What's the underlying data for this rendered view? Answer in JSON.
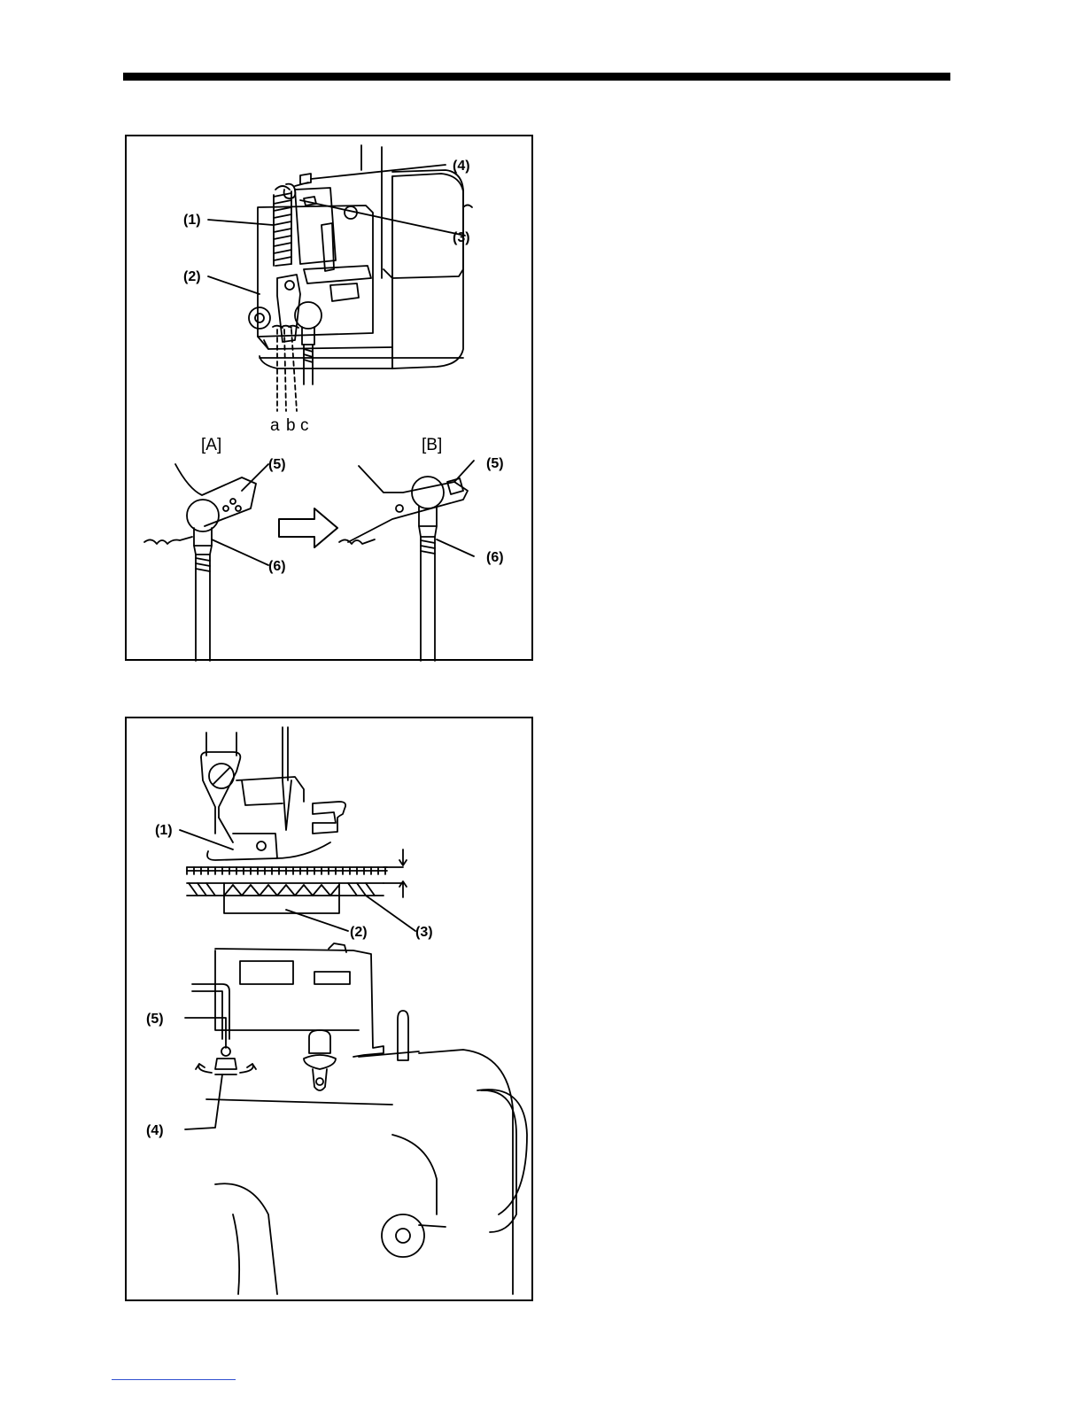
{
  "figure_top": {
    "callouts": {
      "c1": "(1)",
      "c2": "(2)",
      "c3": "(3)",
      "c4": "(4)",
      "c5a": "(5)",
      "c6a": "(6)",
      "c5b": "(5)",
      "c6b": "(6)"
    },
    "positions": {
      "a": "a",
      "b": "b",
      "c": "c"
    },
    "views": {
      "A": "[A]",
      "B": "[B]"
    }
  },
  "figure_bottom": {
    "callouts": {
      "c1": "(1)",
      "c2": "(2)",
      "c3": "(3)",
      "c4": "(4)",
      "c5": "(5)"
    }
  },
  "colors": {
    "ink": "#000000",
    "paper": "#ffffff",
    "link": "#3050d0"
  }
}
